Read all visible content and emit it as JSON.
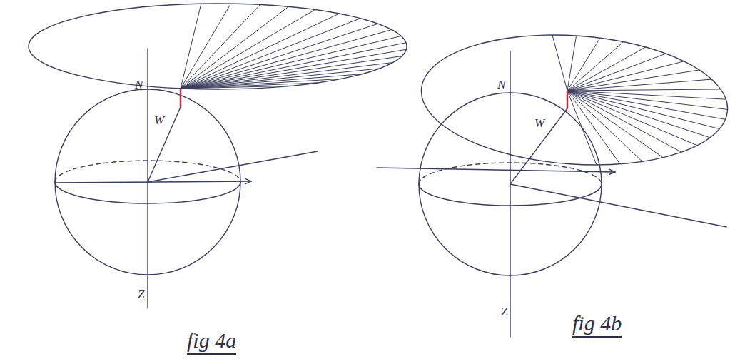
{
  "diagram": {
    "labels": [
      "N",
      "W",
      "Z",
      "fig 4a",
      "N",
      "W",
      "Z",
      "fig 4b"
    ]
  }
}
